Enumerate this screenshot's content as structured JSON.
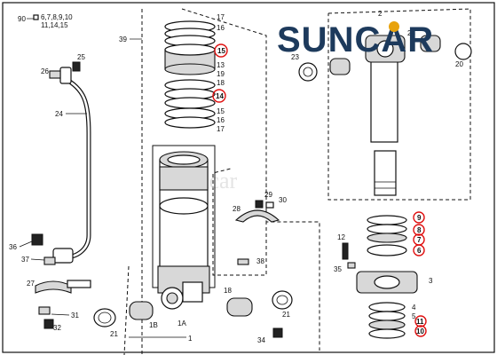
{
  "logo": {
    "text": "SUNCAR",
    "color": "#1d3a5c",
    "accent": "#e8a20c"
  },
  "watermark": "Suncar",
  "highlight_color": "#e01010",
  "callouts": {
    "group90": "90",
    "group90_line1": "6,7,8,9,10",
    "group90_line2": "11,14,15",
    "c39": "39",
    "c17a": "17",
    "c16a": "16",
    "c15": "15",
    "c13": "13",
    "c19": "19",
    "c18": "18",
    "c14": "14",
    "c15b": "15",
    "c16b": "16",
    "c17b": "17",
    "c25": "25",
    "c26": "26",
    "c24": "24",
    "c36": "36",
    "c37": "37",
    "c29": "29",
    "c30": "30",
    "c28": "28",
    "c38": "38",
    "c27": "27",
    "c31": "31",
    "c32": "32",
    "c21a": "21",
    "c1B": "1B",
    "c1A": "1A",
    "c1": "1",
    "c18b": "18",
    "c21b": "21",
    "c34": "34",
    "c2": "2",
    "c23": "23",
    "c28b": "28",
    "c9": "9",
    "c8": "8",
    "c7": "7",
    "c6": "6",
    "c12": "12",
    "c35": "35",
    "c3": "3",
    "c4": "4",
    "c5": "5",
    "c11": "11",
    "c10": "10",
    "c20": "20"
  }
}
